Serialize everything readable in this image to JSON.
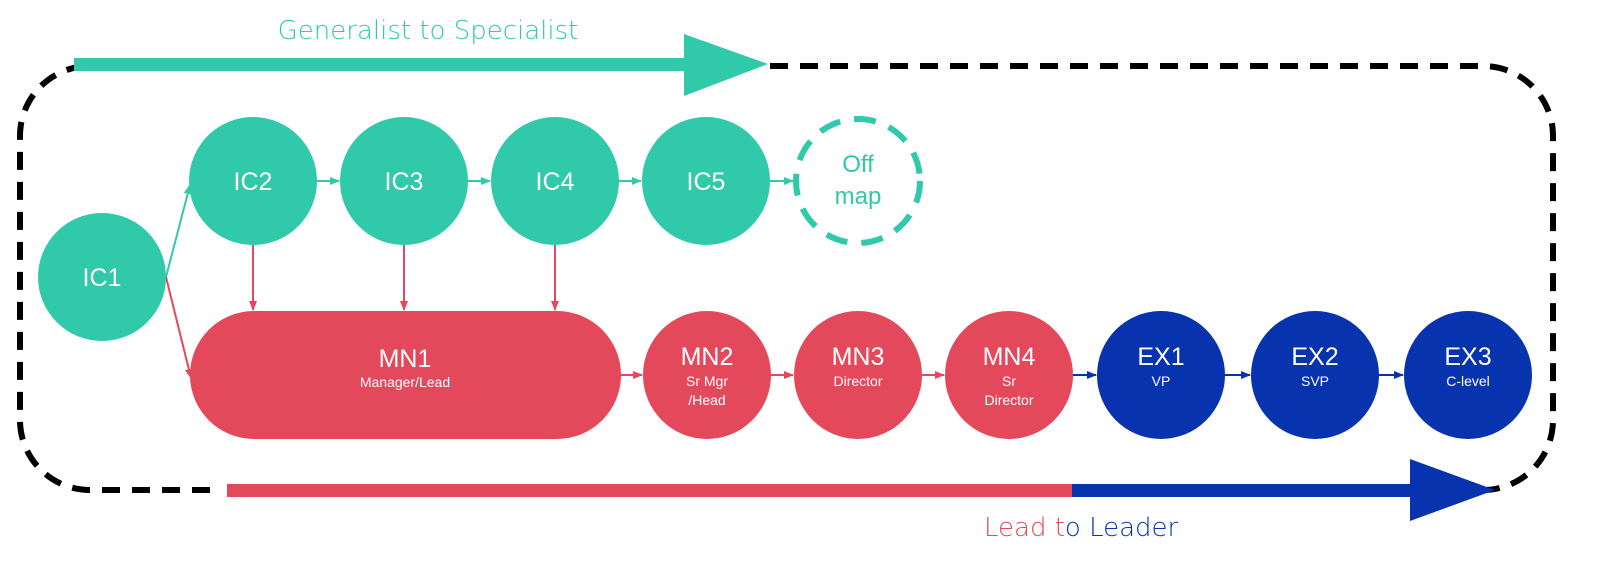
{
  "colors": {
    "teal": "#30c9a9",
    "red": "#e4495b",
    "blue": "#0733ae",
    "frame": "#000000",
    "node_text": "#ffffff"
  },
  "top_arrow": {
    "label": "Generalist to Specialist"
  },
  "bottom_arrow": {
    "label_part1": "Lead t",
    "label_part2": "o Leader"
  },
  "ic_track": [
    {
      "id": "IC1",
      "title": "IC1"
    },
    {
      "id": "IC2",
      "title": "IC2"
    },
    {
      "id": "IC3",
      "title": "IC3"
    },
    {
      "id": "IC4",
      "title": "IC4"
    },
    {
      "id": "IC5",
      "title": "IC5"
    }
  ],
  "off_map": {
    "line1": "Off",
    "line2": "map"
  },
  "mn_track": [
    {
      "id": "MN1",
      "title": "MN1",
      "sub1": "Manager/Lead",
      "sub2": ""
    },
    {
      "id": "MN2",
      "title": "MN2",
      "sub1": "Sr Mgr",
      "sub2": "/Head"
    },
    {
      "id": "MN3",
      "title": "MN3",
      "sub1": "Director",
      "sub2": ""
    },
    {
      "id": "MN4",
      "title": "MN4",
      "sub1": "Sr",
      "sub2": "Director"
    }
  ],
  "ex_track": [
    {
      "id": "EX1",
      "title": "EX1",
      "sub1": "VP"
    },
    {
      "id": "EX2",
      "title": "EX2",
      "sub1": "SVP"
    },
    {
      "id": "EX3",
      "title": "EX3",
      "sub1": "C-level"
    }
  ],
  "edges": [
    {
      "from": "IC1",
      "to": "IC2",
      "color": "teal"
    },
    {
      "from": "IC1",
      "to": "MN1",
      "color": "red"
    },
    {
      "from": "IC2",
      "to": "IC3",
      "color": "teal"
    },
    {
      "from": "IC3",
      "to": "IC4",
      "color": "teal"
    },
    {
      "from": "IC4",
      "to": "IC5",
      "color": "teal"
    },
    {
      "from": "IC5",
      "to": "Off map",
      "color": "teal"
    },
    {
      "from": "IC2",
      "to": "MN1",
      "color": "red"
    },
    {
      "from": "IC3",
      "to": "MN1",
      "color": "red"
    },
    {
      "from": "IC4",
      "to": "MN1",
      "color": "red"
    },
    {
      "from": "MN1",
      "to": "MN2",
      "color": "red"
    },
    {
      "from": "MN2",
      "to": "MN3",
      "color": "red"
    },
    {
      "from": "MN3",
      "to": "MN4",
      "color": "red"
    },
    {
      "from": "MN4",
      "to": "EX1",
      "color": "blue"
    },
    {
      "from": "EX1",
      "to": "EX2",
      "color": "blue"
    },
    {
      "from": "EX2",
      "to": "EX3",
      "color": "blue"
    }
  ]
}
